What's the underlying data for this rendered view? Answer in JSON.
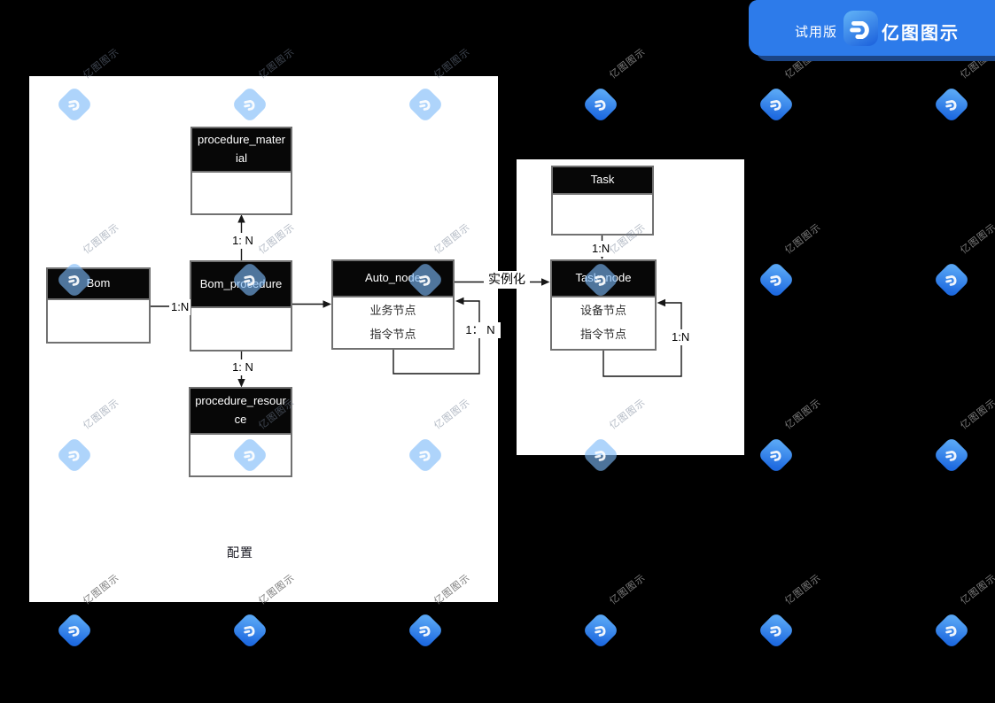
{
  "app": {
    "trial_badge": "试用版",
    "brand": "亿图图示",
    "banner_color": "#2d7bea"
  },
  "watermark_text": "亿图图示",
  "diagram": {
    "groups": [
      {
        "label": "配置"
      },
      {
        "label": ""
      }
    ],
    "entities": [
      {
        "title": "procedure_material",
        "body_lines": []
      },
      {
        "title": "Bom",
        "body_lines": []
      },
      {
        "title": "Bom_procedure",
        "body_lines": []
      },
      {
        "title": "Auto_node",
        "body_lines": [
          "业务节点",
          "指令节点"
        ]
      },
      {
        "title": "procedure_resource",
        "body_lines": []
      },
      {
        "title": "Task",
        "body_lines": []
      },
      {
        "title": "Task_node",
        "body_lines": [
          "设备节点",
          "指令节点"
        ]
      }
    ],
    "relation_labels": {
      "bomproc_to_material": "1: N",
      "bom_to_bomproc": "1:N",
      "bomproc_to_resource": "1: N",
      "auto_node_loop": "1： N",
      "instantiate": "实例化",
      "task_to_tasknode": "1:N",
      "tasknode_loop": "1:N"
    },
    "colors": {
      "entity_header_bg": "#070707",
      "entity_border": "#717171",
      "canvas_bg": "#000000",
      "group_bg": "#ffffff"
    }
  }
}
